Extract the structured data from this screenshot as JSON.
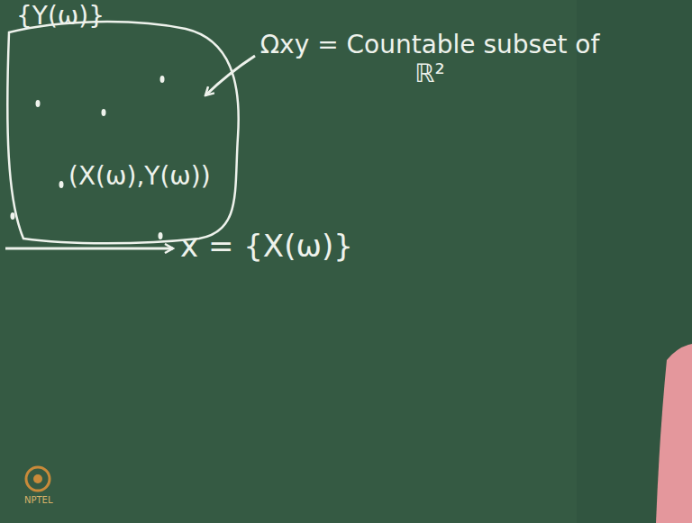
{
  "diagram": {
    "nodes": [
      {
        "text": [
          "(X(ω),Y(ω))"
        ]
      }
    ],
    "labels": [
      "{Y(ω)}",
      "Ωxy = Countable subset of ℝ²",
      "x = {X(ω)}",
      "NPTEL"
    ]
  }
}
